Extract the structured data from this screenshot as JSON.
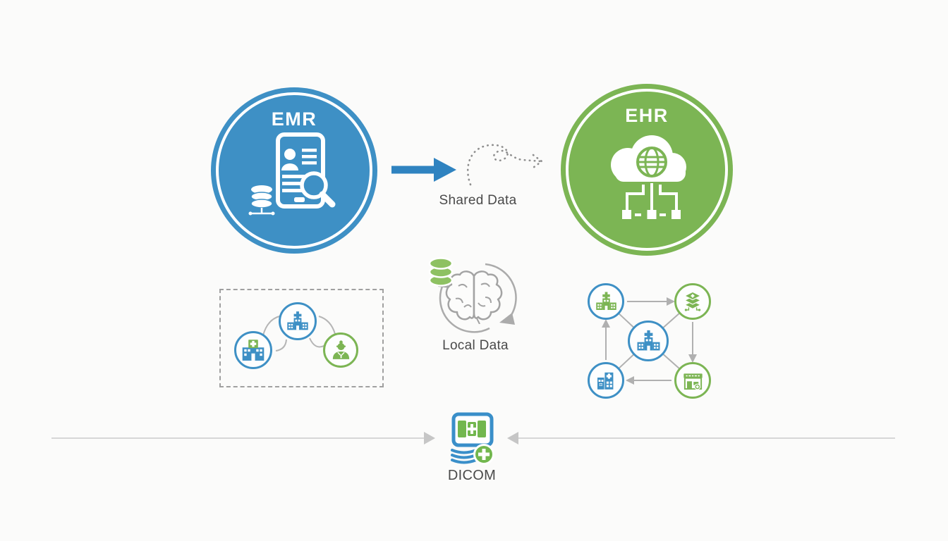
{
  "page": {
    "background": "#fbfbfa",
    "title": "EMR to EHR shared data diagram"
  },
  "nodes": {
    "emr": {
      "label": "EMR",
      "color": "#3e90c5",
      "icon": "tablet-medical-record-search-icon"
    },
    "ehr": {
      "label": "EHR",
      "color": "#7cb554",
      "icon": "cloud-globe-network-icon"
    }
  },
  "labels": {
    "shared_data": "Shared Data",
    "local_data": "Local Data",
    "dicom": "DICOM"
  },
  "colors": {
    "blue": "#3e90c5",
    "green": "#7cb554",
    "arrow_blue": "#2f83c0",
    "text_gray": "#4a4a4a",
    "divider_gray": "#d7d7d7",
    "connector_gray": "#b0b0b0"
  },
  "clusters": {
    "local_exchange": {
      "icons": [
        "hospital-icon",
        "clinic-icon",
        "clinician-icon"
      ],
      "style": "dashed-box"
    },
    "local_data": {
      "icons": [
        "database-icon",
        "brain-icon",
        "sync-arrows-icon"
      ]
    },
    "health_network": {
      "icons": [
        "hospital-green-icon",
        "data-layers-icon",
        "hospital-blue-icon",
        "buildings-icon",
        "pharmacy-store-icon"
      ]
    },
    "dicom": {
      "icons": [
        "dicom-file-icon",
        "add-badge-icon"
      ]
    }
  }
}
